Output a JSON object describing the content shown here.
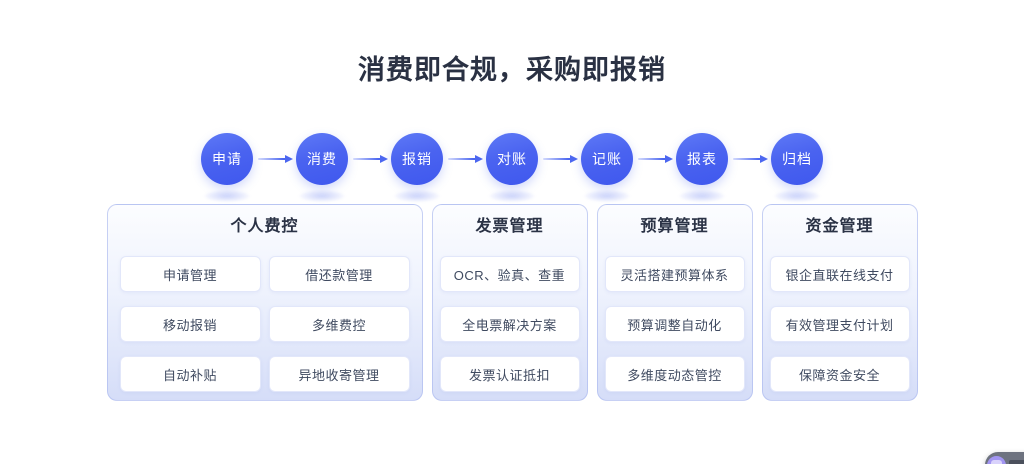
{
  "page": {
    "title": "消费即合规，采购即报销"
  },
  "flow": {
    "steps": [
      "申请",
      "消费",
      "报销",
      "对账",
      "记账",
      "报表",
      "归档"
    ]
  },
  "panels": [
    {
      "title": "个人费控",
      "cards": [
        "申请管理",
        "借还款管理",
        "移动报销",
        "多维费控",
        "自动补贴",
        "异地收寄管理"
      ]
    },
    {
      "title": "发票管理",
      "cards": [
        "OCR、验真、查重",
        "全电票解决方案",
        "发票认证抵扣"
      ]
    },
    {
      "title": "预算管理",
      "cards": [
        "灵活搭建预算体系",
        "预算调整自动化",
        "多维度动态管控"
      ]
    },
    {
      "title": "资金管理",
      "cards": [
        "银企直联在线支付",
        "有效管理支付计划",
        "保障资金安全"
      ]
    }
  ],
  "colors": {
    "accent": "#4c67f0",
    "circle_gradient_top": "#5e79f6",
    "circle_gradient_bottom": "#3f58ee",
    "title_text": "#2a3143",
    "card_text": "#3f4a60",
    "panel_bottom": "#d5ddf8"
  }
}
